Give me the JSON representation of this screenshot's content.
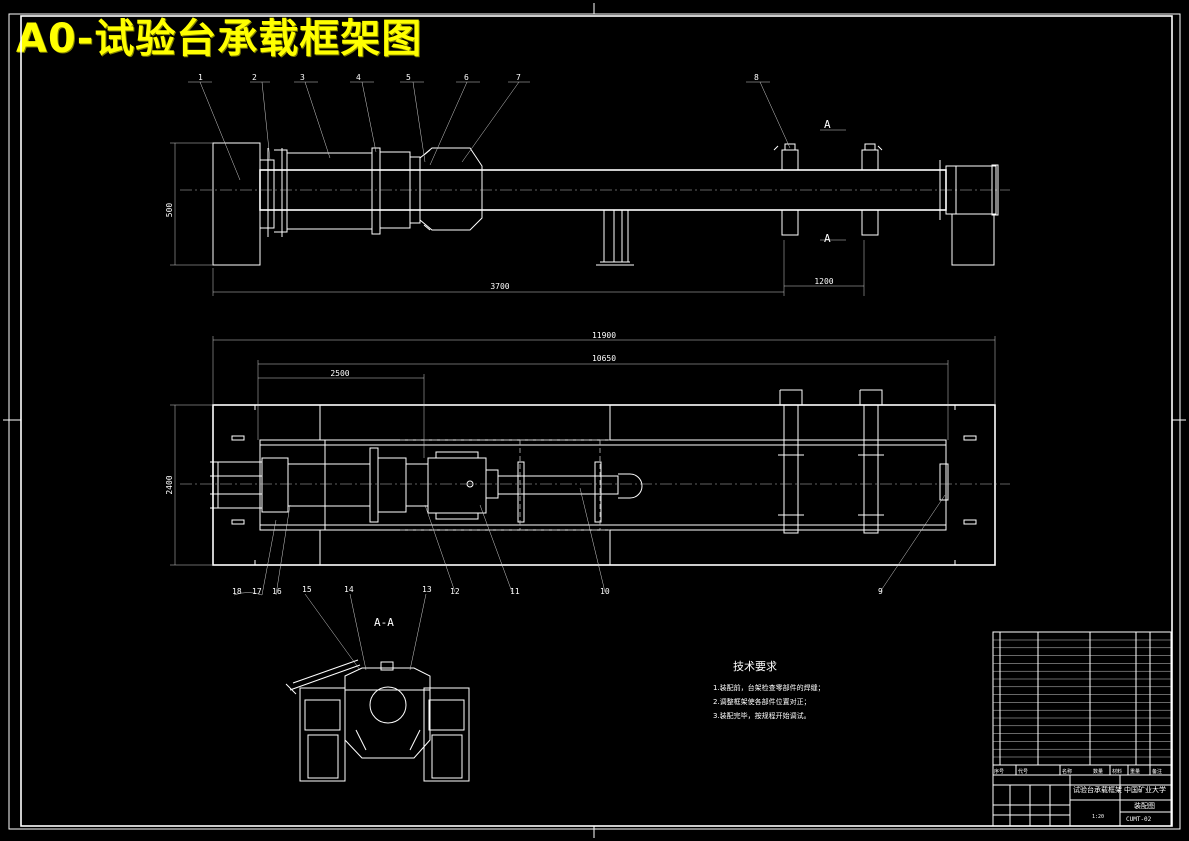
{
  "title": "A0-试验台承载框架图",
  "views": {
    "front": {
      "balloons": [
        "1",
        "2",
        "3",
        "4",
        "5",
        "6",
        "7",
        "8"
      ],
      "dims": {
        "height": "500",
        "length": "3700",
        "spacing": "1200"
      },
      "section_mark": "A"
    },
    "plan": {
      "dims": {
        "overall": "11900",
        "inner": "10650",
        "offset": "2500",
        "width": "2400"
      },
      "balloons": [
        "18",
        "17",
        "16",
        "12",
        "11",
        "10",
        "9"
      ]
    },
    "section": {
      "label": "A-A",
      "balloons": [
        "15",
        "14",
        "13"
      ]
    }
  },
  "notes": {
    "heading": "技术要求",
    "items": [
      "1.装配前，台架检查零部件的焊缝；",
      "2.调整框架使各部件位置对正；",
      "3.装配完毕，按规程开始调试。"
    ]
  },
  "title_block": {
    "drawing_name": "试验台承载框架",
    "school": "中国矿业大学",
    "drawing_type": "装配图",
    "code": "CUMT-02",
    "headers": [
      "序号",
      "代号",
      "名称",
      "数量",
      "材料",
      "重量",
      "备注"
    ],
    "stamp": "1:20"
  }
}
